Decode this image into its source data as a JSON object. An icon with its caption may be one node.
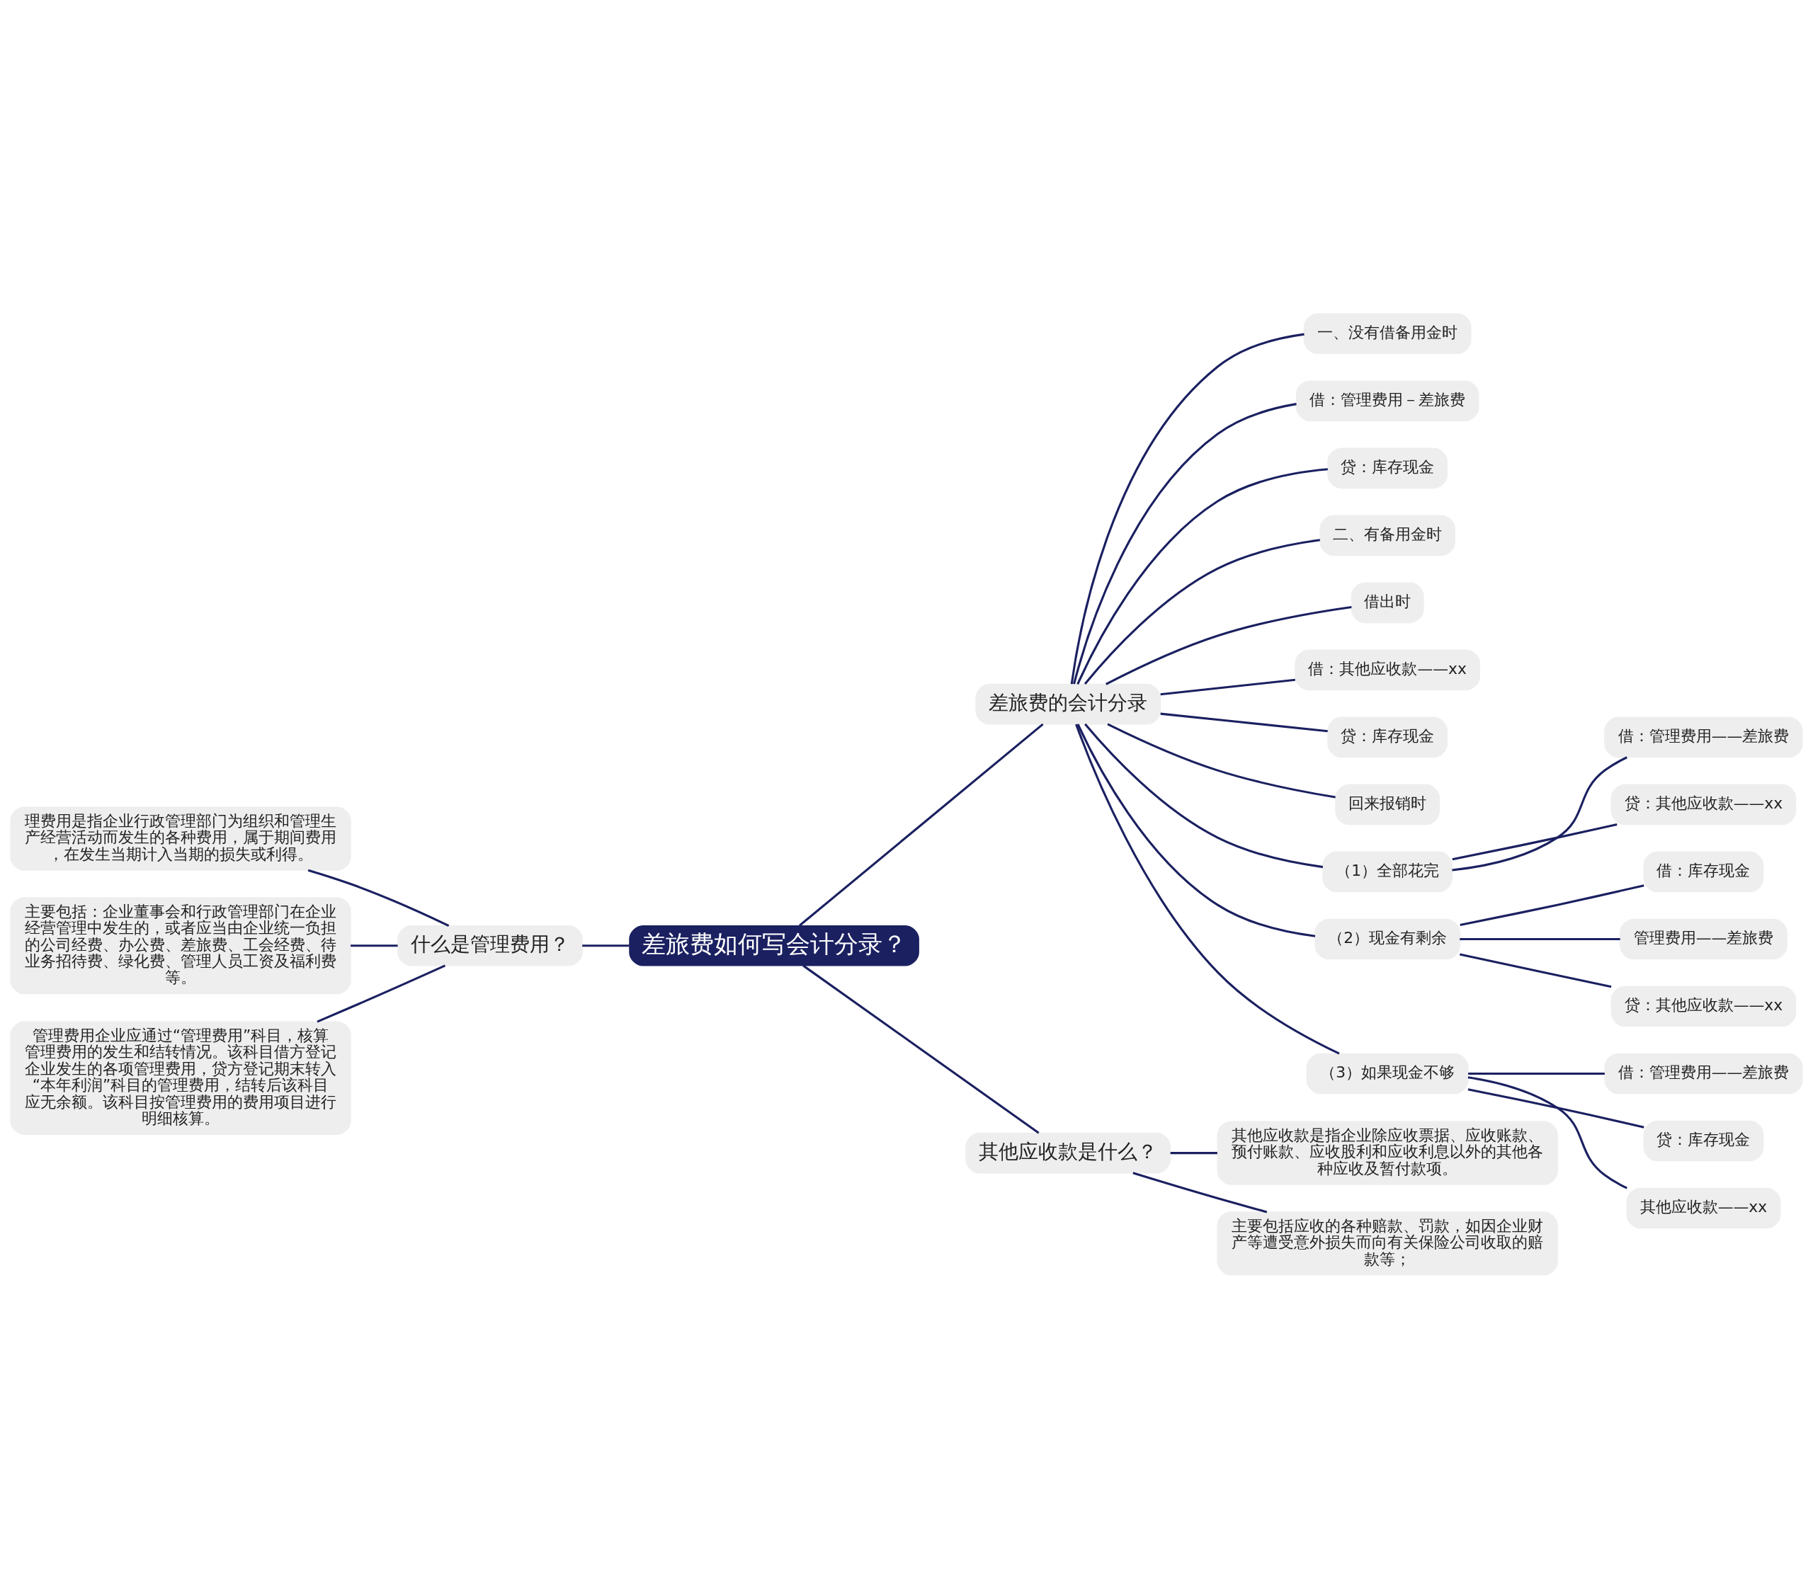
{
  "diagram": {
    "nodes": [
      {
        "text": [
          "差旅费如何写会计分录？"
        ]
      },
      {
        "text": [
          "什么是管理费用？"
        ]
      },
      {
        "text": [
          "理费用是指企业行政管理部门为组织和管理生产经营活动而发生的各种费用，属于期间费用，在发生当期计入当期的损失或利得。"
        ]
      },
      {
        "text": [
          "主要包括：企业董事会和行政管理部门在企业经营管理中发生的，或者应当由企业统一负担的公司经费、办公费、差旅费、工会经费、待业务招待费、绿化费、管理人员工资及福利费等。"
        ]
      },
      {
        "text": [
          "管理费用企业应通过“管理费用”科目，核算管理费用的发生和结转情况。该科目借方登记企业发生的各项管理费用，贷方登记期末转入“本年利润”科目的管理费用，结转后该科目应无余额。该科目按管理费用的费用项目进行明细核算。"
        ]
      },
      {
        "text": [
          "差旅费的会计分录"
        ]
      },
      {
        "text": [
          "一、没有借备用金时"
        ]
      },
      {
        "text": [
          "借：管理费用－差旅费"
        ]
      },
      {
        "text": [
          "贷：库存现金"
        ]
      },
      {
        "text": [
          "二、有备用金时"
        ]
      },
      {
        "text": [
          "借出时"
        ]
      },
      {
        "text": [
          "借：其他应收款——xx"
        ]
      },
      {
        "text": [
          "贷：库存现金"
        ]
      },
      {
        "text": [
          "回来报销时"
        ]
      },
      {
        "text": [
          "（1）全部花完"
        ]
      },
      {
        "text": [
          "借：管理费用——差旅费"
        ]
      },
      {
        "text": [
          "贷：其他应收款——xx"
        ]
      },
      {
        "text": [
          "（2）现金有剩余"
        ]
      },
      {
        "text": [
          "借：库存现金"
        ]
      },
      {
        "text": [
          "管理费用——差旅费"
        ]
      },
      {
        "text": [
          "贷：其他应收款——xx"
        ]
      },
      {
        "text": [
          "（3）如果现金不够"
        ]
      },
      {
        "text": [
          "借：管理费用——差旅费"
        ]
      },
      {
        "text": [
          "贷：库存现金"
        ]
      },
      {
        "text": [
          "其他应收款——xx"
        ]
      },
      {
        "text": [
          "其他应收款是什么？"
        ]
      },
      {
        "text": [
          "其他应收款是指企业除应收票据、应收账款、预付账款、应收股利和应收利息以外的其他各种应收及暂付款项。"
        ]
      },
      {
        "text": [
          "主要包括应收的各种赔款、罚款，如因企业财产等遭受意外损失而向有关保险公司收取的赔款等；"
        ]
      }
    ],
    "edges": [
      {
        "from": 0,
        "to": 1,
        "arrow": "none"
      },
      {
        "from": 1,
        "to": 2,
        "arrow": "none"
      },
      {
        "from": 1,
        "to": 3,
        "arrow": "none"
      },
      {
        "from": 1,
        "to": 4,
        "arrow": "none"
      },
      {
        "from": 0,
        "to": 5,
        "arrow": "none"
      },
      {
        "from": 5,
        "to": 6,
        "arrow": "none"
      },
      {
        "from": 5,
        "to": 7,
        "arrow": "none"
      },
      {
        "from": 5,
        "to": 8,
        "arrow": "none"
      },
      {
        "from": 5,
        "to": 9,
        "arrow": "none"
      },
      {
        "from": 5,
        "to": 10,
        "arrow": "none"
      },
      {
        "from": 5,
        "to": 11,
        "arrow": "none"
      },
      {
        "from": 5,
        "to": 12,
        "arrow": "none"
      },
      {
        "from": 5,
        "to": 13,
        "arrow": "none"
      },
      {
        "from": 5,
        "to": 14,
        "arrow": "none"
      },
      {
        "from": 14,
        "to": 15,
        "arrow": "none"
      },
      {
        "from": 14,
        "to": 16,
        "arrow": "none"
      },
      {
        "from": 5,
        "to": 17,
        "arrow": "none"
      },
      {
        "from": 17,
        "to": 18,
        "arrow": "none"
      },
      {
        "from": 17,
        "to": 19,
        "arrow": "none"
      },
      {
        "from": 17,
        "to": 20,
        "arrow": "none"
      },
      {
        "from": 5,
        "to": 21,
        "arrow": "none"
      },
      {
        "from": 21,
        "to": 22,
        "arrow": "none"
      },
      {
        "from": 21,
        "to": 23,
        "arrow": "none"
      },
      {
        "from": 21,
        "to": 24,
        "arrow": "none"
      },
      {
        "from": 0,
        "to": 25,
        "arrow": "none"
      },
      {
        "from": 25,
        "to": 26,
        "arrow": "none"
      },
      {
        "from": 25,
        "to": 27,
        "arrow": "none"
      }
    ]
  }
}
